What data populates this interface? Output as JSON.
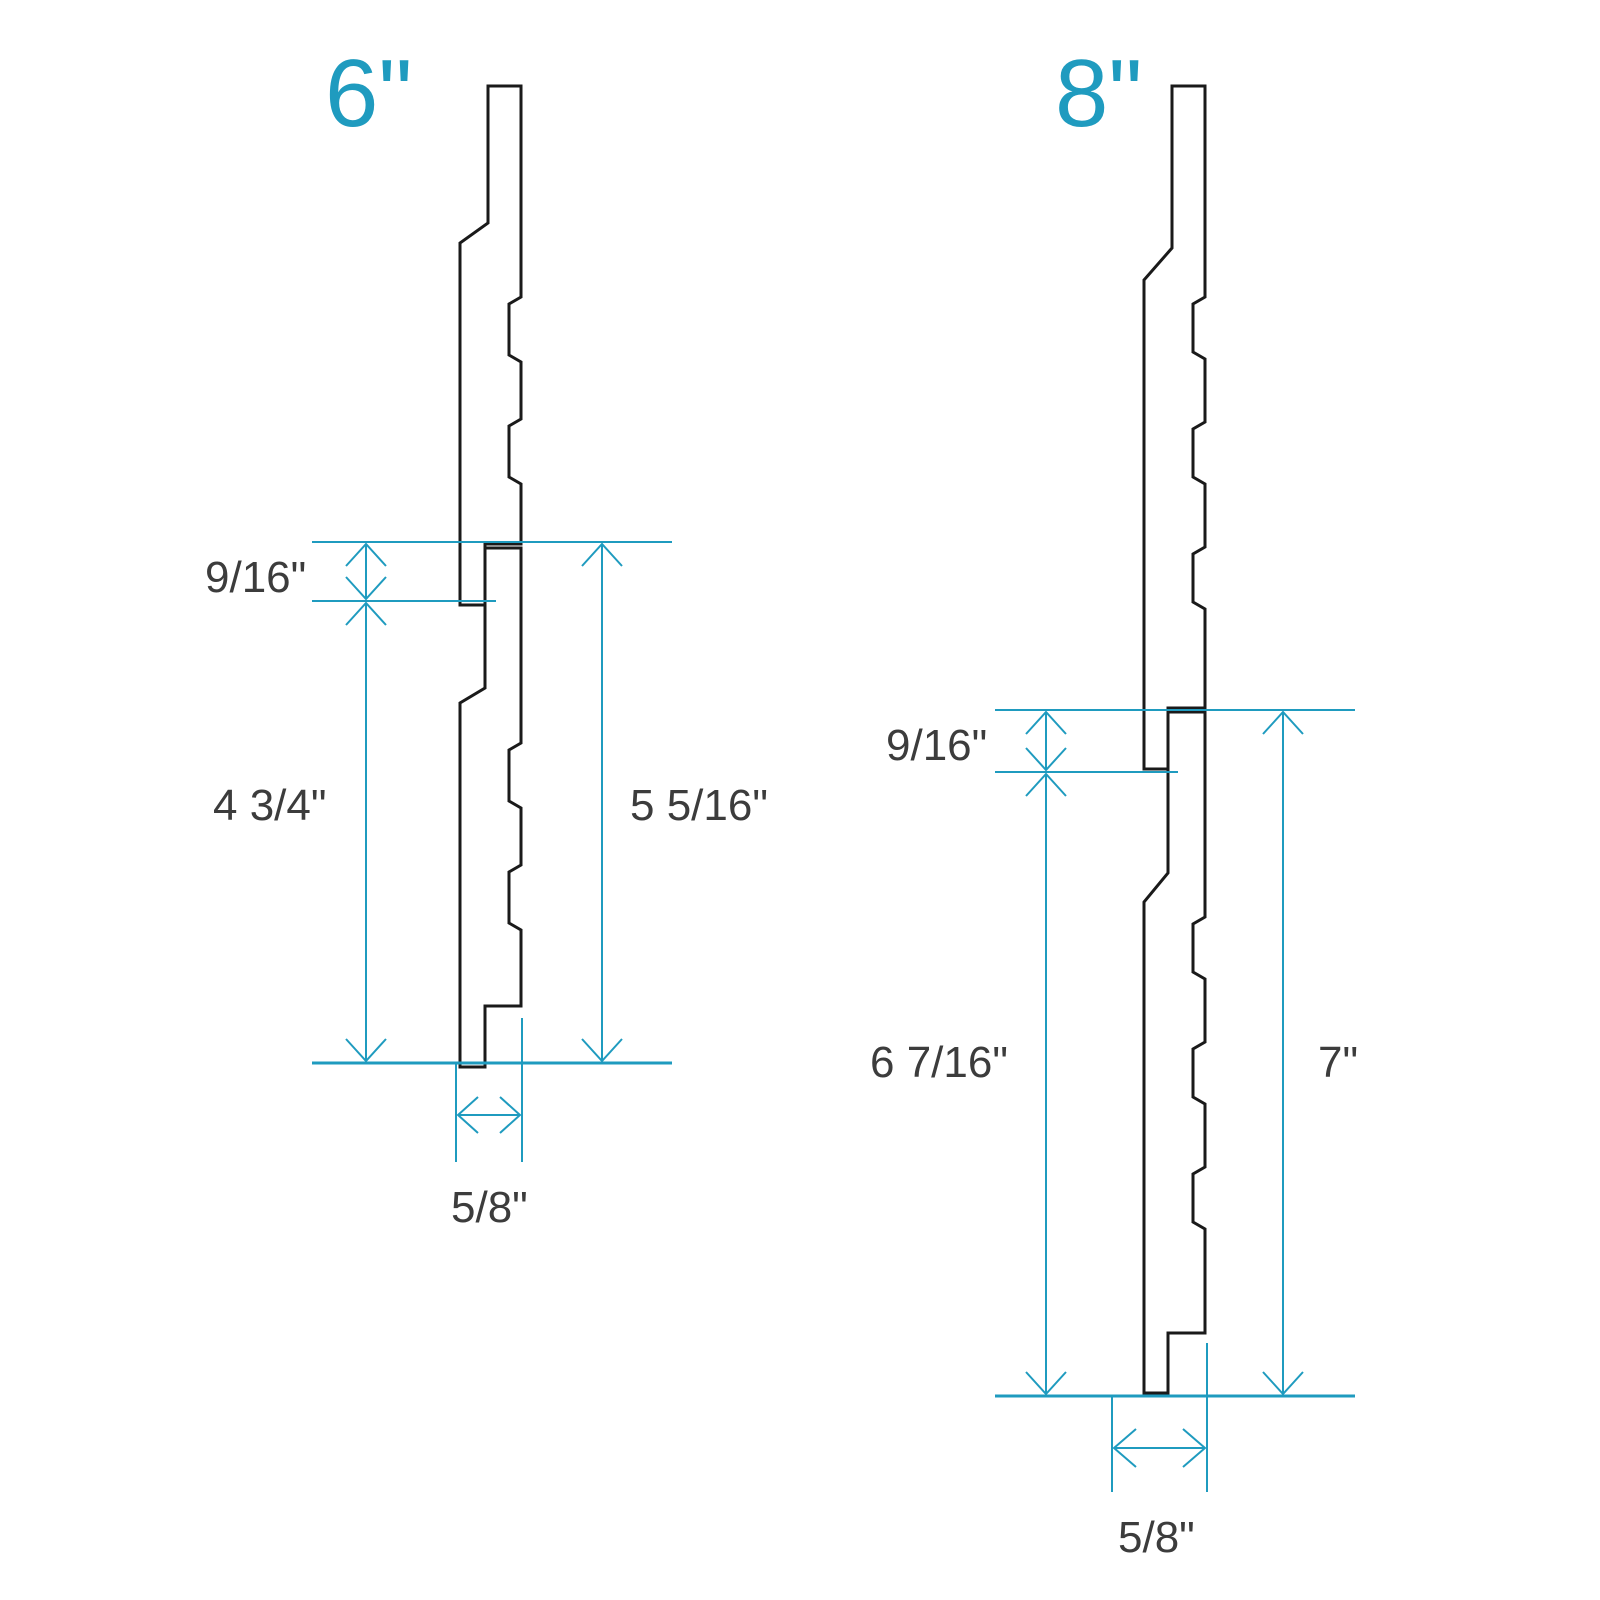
{
  "colors": {
    "accent": "#1f9bbf",
    "outline": "#1a1a1a",
    "text": "#3c3c3c"
  },
  "diagrams": [
    {
      "title": "6\"",
      "labels": {
        "lap": "9/16\"",
        "exposure": "4 3/4\"",
        "overall": "5 5/16\"",
        "thickness": "5/8\""
      }
    },
    {
      "title": "8\"",
      "labels": {
        "lap": "9/16\"",
        "exposure": "6 7/16\"",
        "overall": "7\"",
        "thickness": "5/8\""
      }
    }
  ]
}
